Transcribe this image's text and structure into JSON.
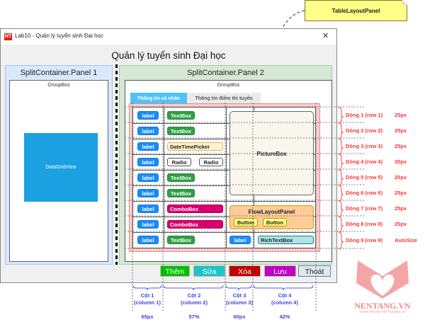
{
  "window": {
    "icon_text": "NT",
    "title": "Lab10 - Quản lý tuyển sinh Đại học",
    "close_glyph": "✕",
    "main_title": "Quản lý tuyển sinh Đại học"
  },
  "panel1": {
    "title": "SplitContainer.Panel 1",
    "groupbox": "GroupBox",
    "grid": "DataGridView"
  },
  "panel2": {
    "title": "SplitContainer.Panel 2",
    "groupbox": "GroupBox",
    "tabs": [
      "Thông tin cá nhân",
      "Thông tin điểm thi tuyển"
    ]
  },
  "table": {
    "label": "label",
    "textbox": "TextBox",
    "datetimepicker": "DateTimePicker",
    "radio": "Radio",
    "combobox": "ComboBox",
    "picturebox": "PictureBox",
    "flowlayoutpanel": "FlowLayoutPanel",
    "button": "Button",
    "richtextbox": "RichTextBox"
  },
  "buttons": {
    "add": "Thêm",
    "edit": "Sửa",
    "delete": "Xóa",
    "save": "Lưu",
    "exit": "Thoát"
  },
  "callout": "TableLayoutPanel",
  "rows": [
    {
      "label": "Dòng 1 (row 1)",
      "size": "25px"
    },
    {
      "label": "Dòng 2 (row 2)",
      "size": "25px"
    },
    {
      "label": "Dòng 3 (row 3)",
      "size": "25px"
    },
    {
      "label": "Dòng 4 (row 4)",
      "size": "30px"
    },
    {
      "label": "Dòng 5 (row 5)",
      "size": "25px"
    },
    {
      "label": "Dòng 6 (row 6)",
      "size": "25px"
    },
    {
      "label": "Dòng 7 (row 7)",
      "size": "25px"
    },
    {
      "label": "Dòng 8 (row 8)",
      "size": "25px"
    },
    {
      "label": "Dòng 9 (row 9)",
      "size": "AutoSize"
    }
  ],
  "columns": [
    {
      "name": "Cột 1",
      "sub": "(column 1)",
      "size": "65px"
    },
    {
      "name": "Cột 2",
      "sub": "(column 2)",
      "size": "57%"
    },
    {
      "name": "Cột 3",
      "sub": "(column 3)",
      "size": "60px"
    },
    {
      "name": "Cột 4",
      "sub": "(column 4)",
      "size": "42%"
    }
  ],
  "logo": {
    "name": "NENTANG.VN",
    "tagline": "HÀNH TRANG TỚI TƯƠNG LAI"
  }
}
